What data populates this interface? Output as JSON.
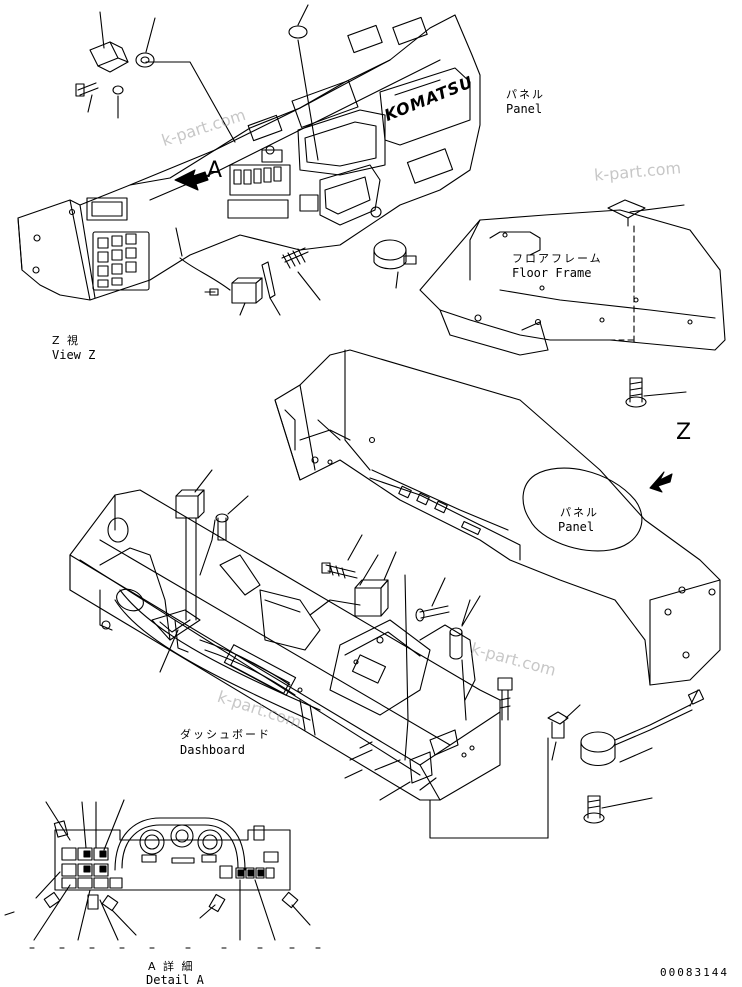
{
  "labels": {
    "panel_jp": "パネル",
    "panel_en": "Panel",
    "floor_frame_jp": "フロアフレーム",
    "floor_frame_en": "Floor Frame",
    "view_z_jp": "Z 視",
    "view_z_en": "View Z",
    "panel2_jp": "パネル",
    "panel2_en": "Panel",
    "dashboard_jp": "ダッシュボード",
    "dashboard_en": "Dashboard",
    "detail_a_jp": "A 詳 細",
    "detail_a_en": "Detail A",
    "arrow_a": "A",
    "arrow_z": "Z",
    "brand": "KOMATSU",
    "doc_number": "00083144"
  },
  "watermarks": [
    "k-part.com",
    "k-part.com",
    "k-part.com",
    "k-part.com"
  ]
}
